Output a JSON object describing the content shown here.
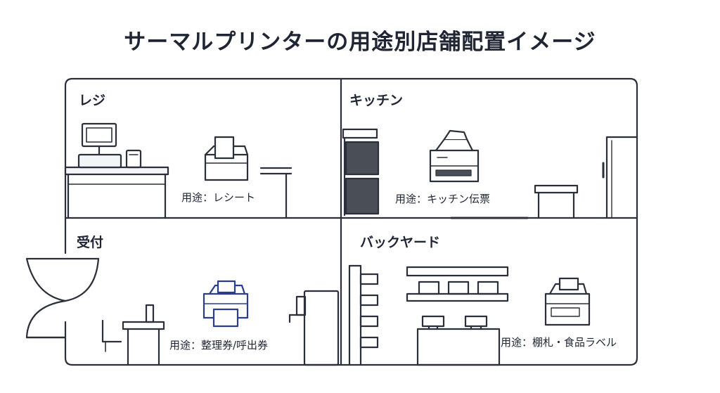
{
  "title": "サーマルプリンターの用途別店舗配置イメージ",
  "zones": {
    "register": {
      "label": "レジ",
      "caption": "用途：レシート"
    },
    "kitchen": {
      "label": "キッチン",
      "caption": "用途：キッチン伝票"
    },
    "reception": {
      "label": "受付",
      "caption": "用途：整理券/呼出券"
    },
    "backyard": {
      "label": "バックヤード",
      "caption": "用途：棚札・食品ラベル"
    }
  },
  "colors": {
    "line": "#2a2f3a",
    "accent": "#2c3d8f",
    "fill_light": "#f4f5f7",
    "fill_dark": "#4a4e57"
  },
  "icons": {
    "register_printer": "receipt-printer-icon",
    "kitchen_printer": "kitchen-printer-icon",
    "reception_printer": "ticket-printer-icon",
    "backyard_printer": "label-printer-icon"
  }
}
